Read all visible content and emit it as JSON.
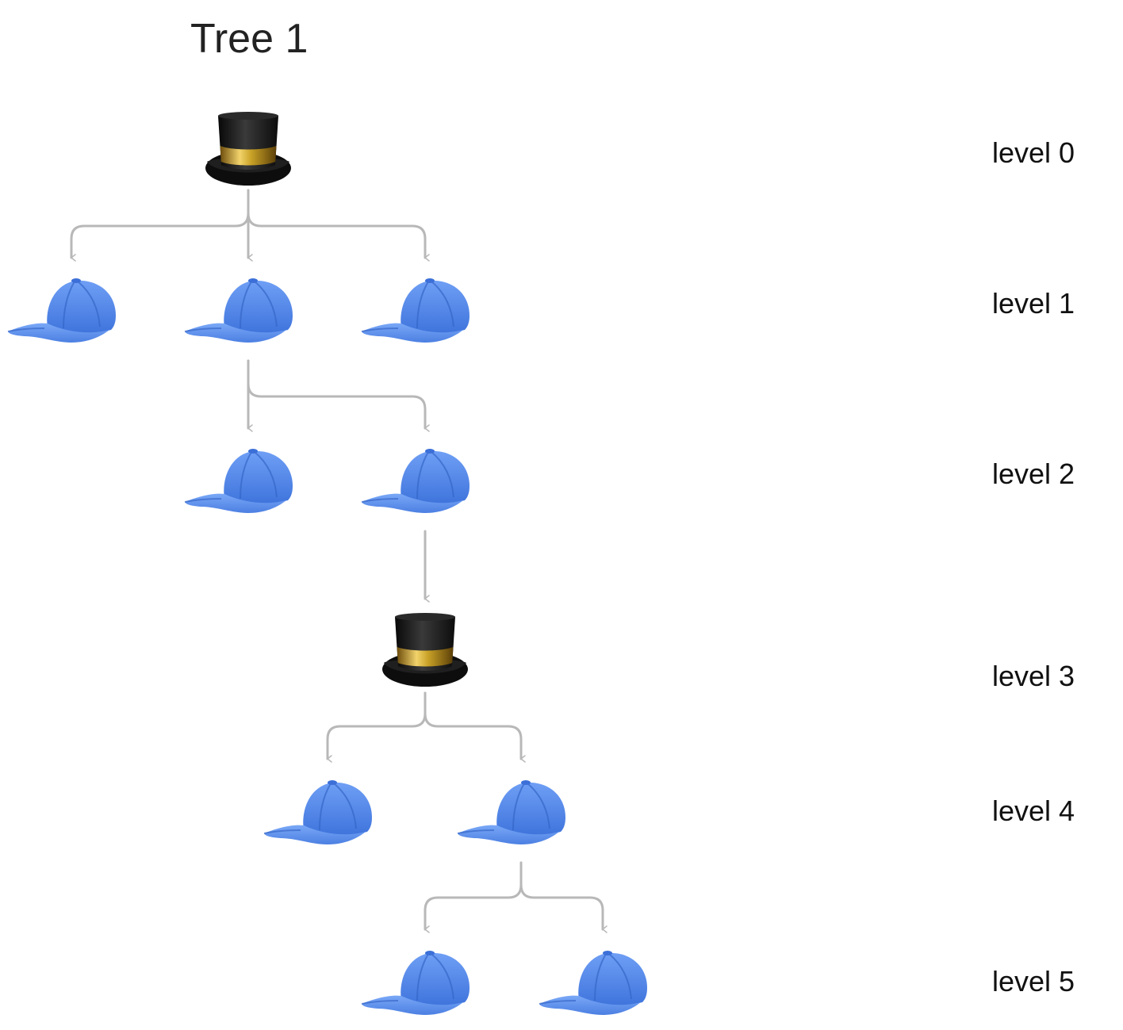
{
  "title": "Tree 1",
  "levels": [
    "level 0",
    "level 1",
    "level 2",
    "level 3",
    "level 4",
    "level 5"
  ],
  "nodes": [
    {
      "id": "n0",
      "kind": "top-hat",
      "level": 0
    },
    {
      "id": "n1a",
      "kind": "cap",
      "level": 1,
      "parent": "n0"
    },
    {
      "id": "n1b",
      "kind": "cap",
      "level": 1,
      "parent": "n0"
    },
    {
      "id": "n1c",
      "kind": "cap",
      "level": 1,
      "parent": "n0"
    },
    {
      "id": "n2a",
      "kind": "cap",
      "level": 2,
      "parent": "n1b"
    },
    {
      "id": "n2b",
      "kind": "cap",
      "level": 2,
      "parent": "n1b"
    },
    {
      "id": "n3",
      "kind": "top-hat",
      "level": 3,
      "parent": "n2b"
    },
    {
      "id": "n4a",
      "kind": "cap",
      "level": 4,
      "parent": "n3"
    },
    {
      "id": "n4b",
      "kind": "cap",
      "level": 4,
      "parent": "n3"
    },
    {
      "id": "n5a",
      "kind": "cap",
      "level": 5,
      "parent": "n4b"
    },
    {
      "id": "n5b",
      "kind": "cap",
      "level": 5,
      "parent": "n4b"
    }
  ],
  "colors": {
    "cap": "#4f86ea",
    "hat": "#161616",
    "band": "#c9a227",
    "edge": "#b8b8b8"
  },
  "icons": {
    "top-hat": "top-hat-icon",
    "cap": "baseball-cap-icon"
  }
}
